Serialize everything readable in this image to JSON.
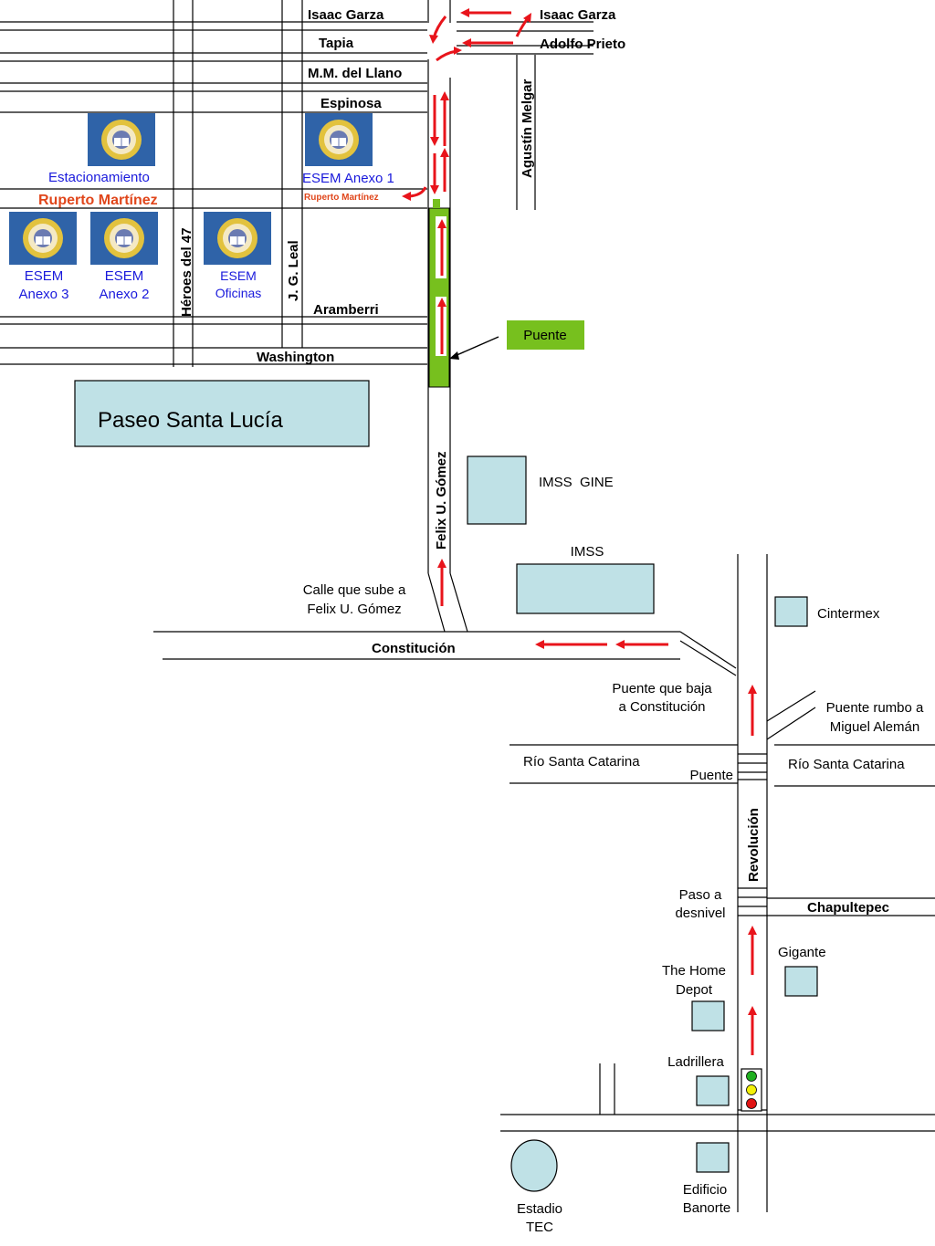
{
  "streets": {
    "isaac_garza_left": "Isaac Garza",
    "isaac_garza_right": "Isaac Garza",
    "tapia": "Tapia",
    "adolfo_prieto": "Adolfo Prieto",
    "mm_del_llano": "M.M. del Llano",
    "espinosa": "Espinosa",
    "agustin_melgar": "Agustín Melgar",
    "ruperto_martinez": "Ruperto Martínez",
    "ruperto_martinez_small": "Ruperto Martínez",
    "heroes_del_47": "Héroes del 47",
    "jg_leal": "J. G. Leal",
    "aramberri": "Aramberri",
    "washington": "Washington",
    "felix_u_gomez": "Felix U. Gómez",
    "constitucion": "Constitución",
    "revolucion": "Revolución",
    "chapultepec": "Chapultepec",
    "rio_santa_catarina_left": "Río Santa Catarina",
    "rio_santa_catarina_right": "Río Santa Catarina"
  },
  "places": {
    "estacionamiento": "Estacionamiento",
    "esem_anexo_1": "ESEM Anexo 1",
    "esem_anexo_3": [
      "ESEM",
      "Anexo 3"
    ],
    "esem_anexo_2": [
      "ESEM",
      "Anexo 2"
    ],
    "esem_oficinas": [
      "ESEM",
      "Oficinas"
    ],
    "paseo_santa_lucia": "Paseo Santa Lucía",
    "puente_box": "Puente",
    "imss_gine": "IMSS  GINE",
    "imss": "IMSS",
    "cintermex": "Cintermex",
    "calle_sube": [
      "Calle que sube a",
      "Felix U. Gómez"
    ],
    "puente_baja": [
      "Puente que baja",
      "a Constitución"
    ],
    "puente_rumbo": [
      "Puente rumbo a",
      "Miguel Alemán"
    ],
    "puente": "Puente",
    "paso_desnivel": [
      "Paso a",
      "desnivel"
    ],
    "gigante": "Gigante",
    "home_depot": [
      "The Home",
      "Depot"
    ],
    "ladrillera": "Ladrillera",
    "estadio_tec": [
      "Estadio",
      "TEC"
    ],
    "edificio_banorte": [
      "Edificio",
      "Banorte"
    ]
  },
  "colors": {
    "arrow": "#e8141b",
    "bridge_green": "#77c01e",
    "building_fill": "#bfe1e6",
    "esem_blue": "#1a1adc",
    "ruperto_orange": "#e0461b",
    "logo_blue": "#2f63a8"
  },
  "icons": [
    "esem-logo-icon",
    "traffic-light-icon",
    "direction-arrow-icon"
  ]
}
